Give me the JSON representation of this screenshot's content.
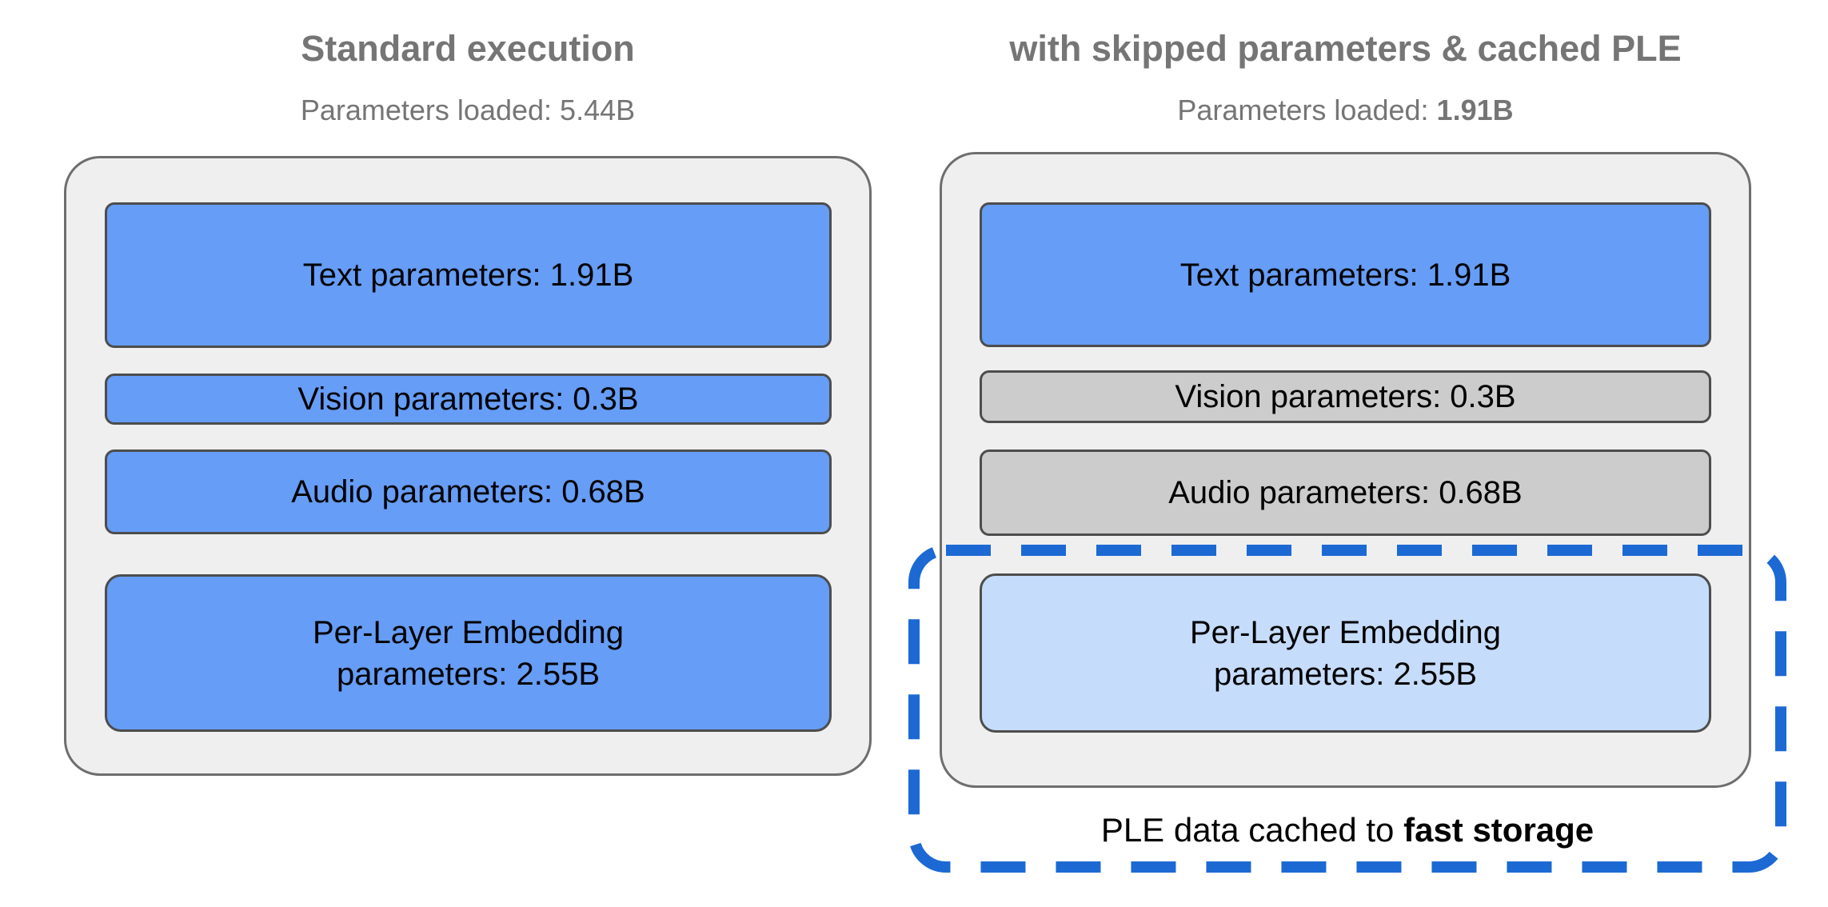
{
  "colors": {
    "heading_gray": "#757575",
    "container_fill": "#efefef",
    "container_border": "#6e6e6e",
    "box_border": "#4d4d4d",
    "loaded_blue": "#669df6",
    "skipped_gray": "#cccccc",
    "cached_light_blue": "#c5dcfb",
    "dashed_cache_blue": "#1c69d4",
    "label_black": "#000000"
  },
  "left": {
    "title": "Standard execution",
    "subtitle_label": "Parameters loaded: ",
    "subtitle_value": "5.44B",
    "boxes": {
      "text": "Text parameters: 1.91B",
      "vision": "Vision parameters: 0.3B",
      "audio": "Audio parameters: 0.68B",
      "ple_line1": "Per-Layer Embedding",
      "ple_line2": "parameters: 2.55B"
    }
  },
  "right": {
    "title": "with skipped parameters & cached PLE",
    "subtitle_label": "Parameters loaded: ",
    "subtitle_value": "1.91B",
    "boxes": {
      "text": "Text parameters: 1.91B",
      "vision": "Vision parameters: 0.3B",
      "audio": "Audio parameters: 0.68B",
      "ple_line1": "Per-Layer Embedding",
      "ple_line2": "parameters: 2.55B"
    },
    "caption_prefix": "PLE data cached to ",
    "caption_bold": "fast storage"
  }
}
